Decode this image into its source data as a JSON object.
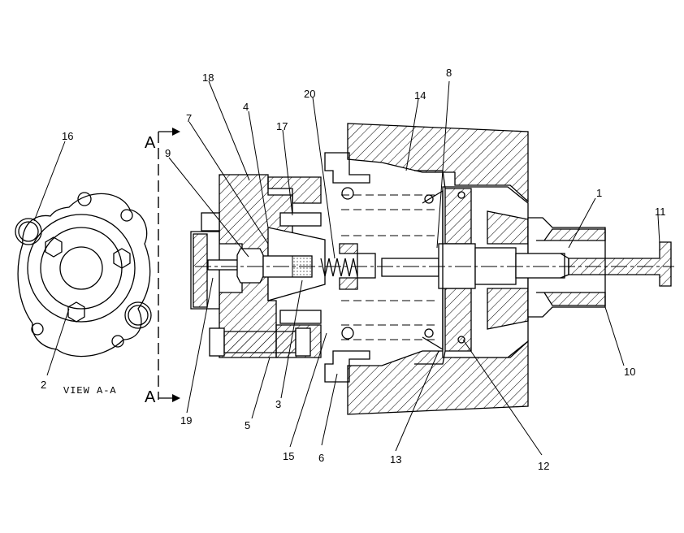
{
  "view_label": "VIEW A-A",
  "section_marks": [
    "A",
    "A"
  ],
  "callouts": [
    "1",
    "2",
    "3",
    "4",
    "5",
    "6",
    "7",
    "8",
    "9",
    "10",
    "11",
    "12",
    "13",
    "14",
    "15",
    "16",
    "17",
    "18",
    "19",
    "20"
  ]
}
